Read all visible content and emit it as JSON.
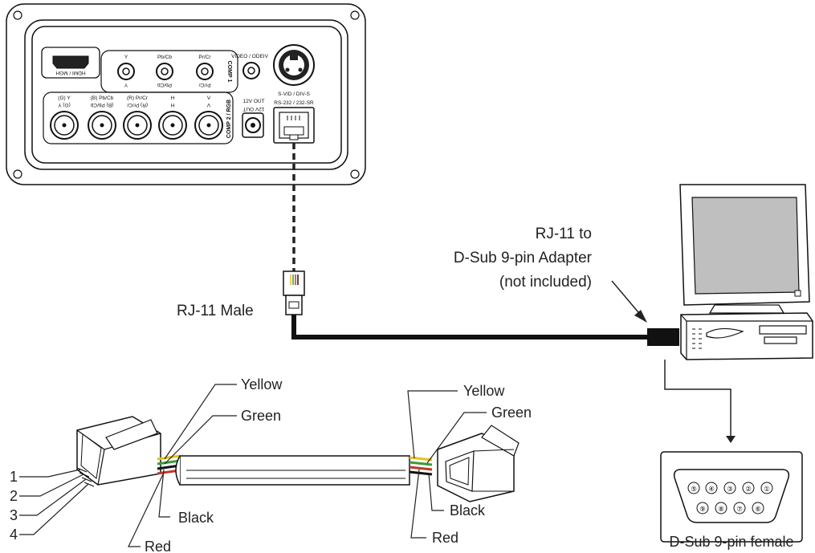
{
  "panel": {
    "hdmi_label": "HDMI / MGH",
    "comp1_labels": [
      "Y",
      "Pb/Cb",
      "Pr/Cr"
    ],
    "comp1_labels_flipped": [
      "Y",
      "Pb/Cb",
      "Pr/Cr"
    ],
    "video_label": "VIDEO / ODEIV",
    "comp1_side": "COMP 1",
    "svid_label": "S-VID / DIV-S",
    "comp2_labels": [
      "(G) Y",
      "(B) Pb/Cb",
      "(R) Pr/Cr",
      "H",
      "V"
    ],
    "comp2_labels_flipped": [
      "(G) Y",
      "(B) Pb/Cb",
      "(R) Pr/Cr",
      "H",
      "V"
    ],
    "comp2_side": "COMP 2 / RGB",
    "out12v_label": "12V OUT",
    "out12v_flipped": "12V OUT",
    "rs232_label": "RS-232 / 232-SR"
  },
  "labels": {
    "rj11_male": "RJ-11 Male",
    "adapter_line1": "RJ-11 to",
    "adapter_line2": "D-Sub 9-pin Adapter",
    "adapter_line3": "(not included)",
    "dsub_caption": "D-Sub 9-pin female"
  },
  "wires_left": {
    "yellow": "Yellow",
    "green": "Green",
    "black": "Black",
    "red": "Red",
    "pins": [
      "1",
      "2",
      "3",
      "4"
    ]
  },
  "wires_right": {
    "yellow": "Yellow",
    "green": "Green",
    "black": "Black",
    "red": "Red"
  },
  "dsub_pins": {
    "top": [
      "⑤",
      "④",
      "③",
      "②",
      "①"
    ],
    "bottom": [
      "⑨",
      "⑧",
      "⑦",
      "⑥"
    ]
  },
  "colors": {
    "yellow": "#e6c21a",
    "green": "#3a9a3a",
    "red": "#c0392b",
    "black": "#111111",
    "monitor_screen": "#bfbfbf"
  }
}
